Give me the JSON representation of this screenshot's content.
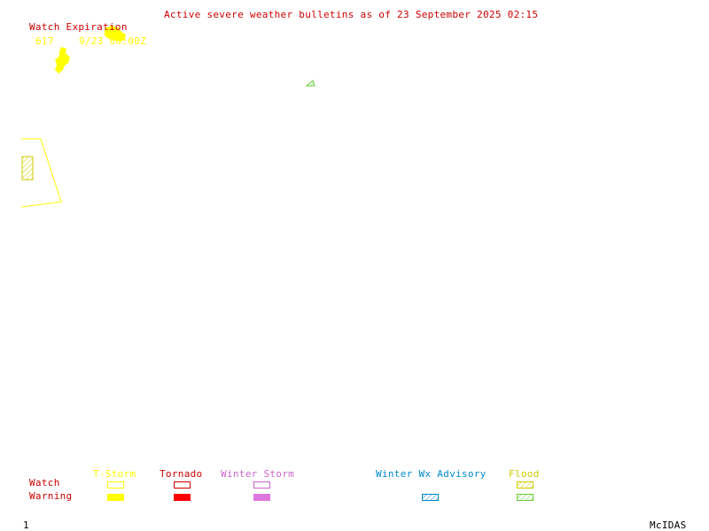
{
  "title": "Active severe weather bulletins as of 23 September 2025 02:15",
  "watch_expiration": {
    "heading": "Watch Expiration",
    "entries": [
      {
        "number": "617",
        "expires": "9/23 06:00Z"
      }
    ]
  },
  "legend": {
    "categories": [
      {
        "label": "T-Storm",
        "color": "#ffff00"
      },
      {
        "label": "Tornado",
        "color": "#cc0000"
      },
      {
        "label": "Winter Storm",
        "color": "#cc66cc"
      },
      {
        "label": "Winter Wx Advisory",
        "color": "#0088cc"
      },
      {
        "label": "Flood",
        "color": "#cccc00"
      }
    ],
    "rows": [
      "Watch",
      "Warning"
    ],
    "flood_warning_color": "#66cc33"
  },
  "colors": {
    "watch_outline": "#ffff00",
    "flood_polygon": "#66cc33",
    "heading_red": "#cc0000"
  },
  "footer": {
    "frame_number": "1",
    "software": "McIDAS"
  }
}
